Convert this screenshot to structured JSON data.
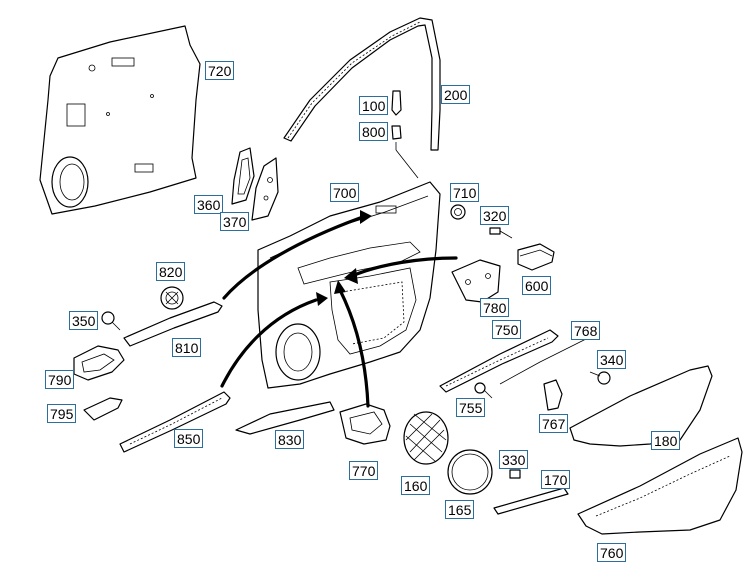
{
  "labels": {
    "p720": "720",
    "p200": "200",
    "p100": "100",
    "p800": "800",
    "p360": "360",
    "p370": "370",
    "p700": "700",
    "p710": "710",
    "p320": "320",
    "p820": "820",
    "p600": "600",
    "p350": "350",
    "p810": "810",
    "p780": "780",
    "p750": "750",
    "p768": "768",
    "p790": "790",
    "p340": "340",
    "p795": "795",
    "p755": "755",
    "p767": "767",
    "p850": "850",
    "p830": "830",
    "p180": "180",
    "p330": "330",
    "p770": "770",
    "p160": "160",
    "p170": "170",
    "p165": "165",
    "p760": "760"
  }
}
